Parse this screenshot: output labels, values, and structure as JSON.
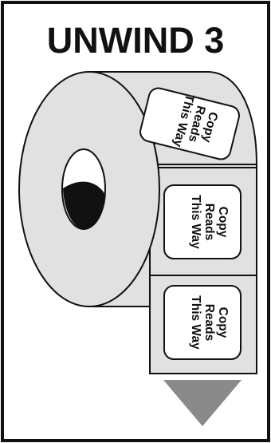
{
  "title": "UNWIND 3",
  "label_text": {
    "line1": "Copy",
    "line2": "Reads",
    "line3": "This Way"
  },
  "label_count": 3,
  "direction": "down",
  "colors": {
    "roll_fill": "#e1e1e1",
    "outline": "#111111",
    "arrow": "#8a8a8a",
    "background": "#ffffff"
  }
}
